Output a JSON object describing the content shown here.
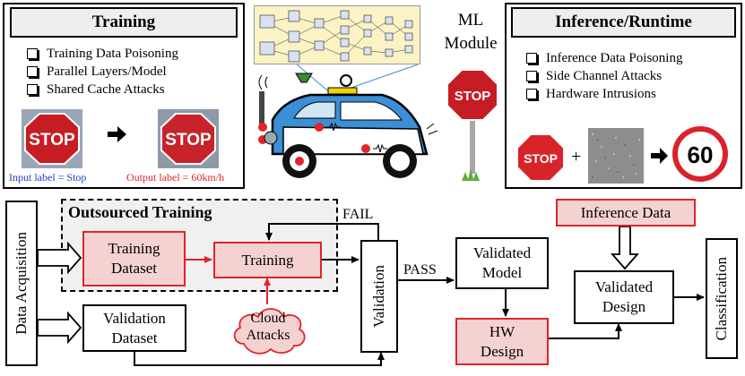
{
  "training_panel": {
    "title": "Training",
    "items": [
      "Training Data Poisoning",
      "Parallel Layers/Model",
      "Shared Cache Attacks"
    ],
    "sign_text": "STOP",
    "input_label": "Input label = Stop",
    "output_label": "Output label = 60km/h"
  },
  "center": {
    "module_label_line1": "ML",
    "module_label_line2": "Module",
    "stop_sign_text": "STOP"
  },
  "inference_panel": {
    "title": "Inference/Runtime",
    "items": [
      "Inference Data Poisoning",
      "Side Channel Attacks",
      "Hardware Intrusions"
    ],
    "stop_text": "STOP",
    "plus": "+",
    "speed_text": "60"
  },
  "flow": {
    "data_acquisition": "Data Acquisition",
    "outsourced_training": "Outsourced Training",
    "training_dataset": "Training Dataset",
    "training": "Training",
    "fail": "FAIL",
    "validation": "Validation",
    "pass": "PASS",
    "validated_model": "Validated Model",
    "validation_dataset": "Validation Dataset",
    "cloud_attacks": "Cloud Attacks",
    "hw_design": "HW Design",
    "inference_data": "Inference Data",
    "validated_design": "Validated Design",
    "classification": "Classification"
  },
  "colors": {
    "attack_red": "#e0242a",
    "highlight_fill": "#f5d2d2",
    "car_blue": "#3a8fd6",
    "panel_title_bg": "#eeeeee"
  }
}
